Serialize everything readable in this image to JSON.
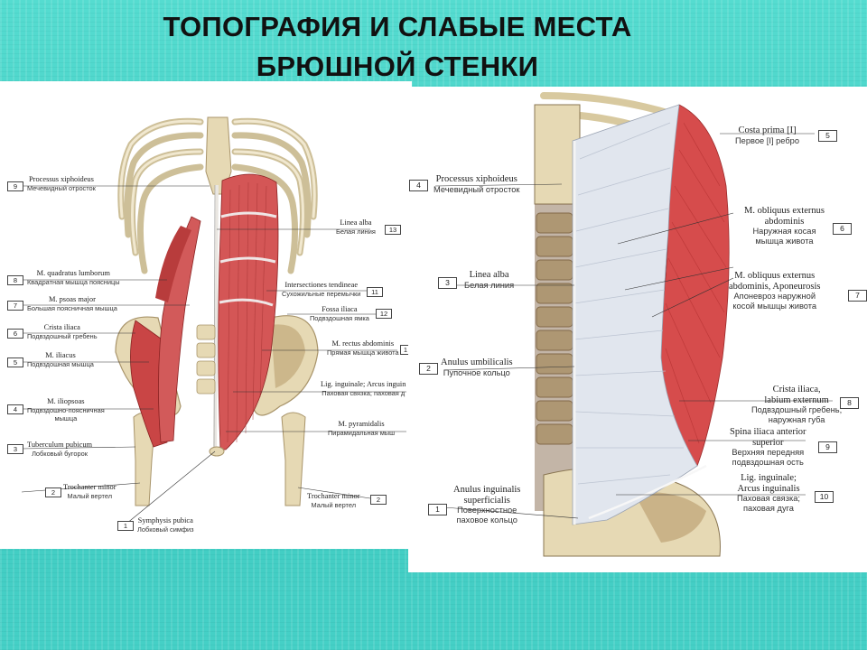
{
  "slide": {
    "title_line1": "ТОПОГРАФИЯ И СЛАБЫЕ МЕСТА",
    "title_line2": "БРЮШНОЙ СТЕНКИ"
  },
  "colors": {
    "background": "#45d0c6",
    "muscle": "#cf4f4f",
    "aponeurosis": "#dfe4ec",
    "bone": "#e6d9b4"
  },
  "left_figure": {
    "labels": [
      {
        "num": "9",
        "la": "Processus xiphoideus",
        "ru": "Мечевидный отросток"
      },
      {
        "num": "8",
        "la": "M. quadratus lumborum",
        "ru": "Квадратная мышца поясницы"
      },
      {
        "num": "7",
        "la": "M. psoas major",
        "ru": "Большая поясничная мышца"
      },
      {
        "num": "6",
        "la": "Crista iliaca",
        "ru": "Подвздошный гребень"
      },
      {
        "num": "5",
        "la": "M. iliacus",
        "ru": "Подвздошная мышца"
      },
      {
        "num": "4",
        "la": "M. iliopsoas",
        "ru": "Подвздошно-поясничная",
        "ru2": "мышца"
      },
      {
        "num": "3",
        "la": "Tuberculum pubicum",
        "ru": "Лобковый бугорок"
      },
      {
        "num": "2",
        "la": "Trochanter minor",
        "ru": "Малый вертел"
      },
      {
        "num": "1",
        "la": "Symphysis pubica",
        "ru": "Лобковый симфиз"
      },
      {
        "num": "13",
        "la": "Linea alba",
        "ru": "Белая линия"
      },
      {
        "num": "11",
        "la": "Intersectiones tendineae",
        "ru": "Сухожильные перемычки"
      },
      {
        "num": "12",
        "la": "Fossa iliaca",
        "ru": "Подвздошная ямка"
      },
      {
        "num": "1",
        "la": "M. rectus abdominis",
        "ru": "Прямая мышца живота"
      },
      {
        "num": "",
        "la": "Lig. inguinale; Arcus inguin",
        "ru": "Паховая связка; паховая д"
      },
      {
        "num": "",
        "la": "M. pyramidalis",
        "ru": "Пирамидальная мыш"
      },
      {
        "num": "2",
        "la": "Trochanter minor",
        "ru": "Малый вертел"
      }
    ]
  },
  "right_figure": {
    "labels": [
      {
        "num": "5",
        "la": "Costa prima [I]",
        "ru": "Первое [I] ребро"
      },
      {
        "num": "4",
        "la": "Processus xiphoideus",
        "ru": "Мечевидный отросток"
      },
      {
        "num": "6",
        "la": "M. obliquus externus",
        "la2": "abdominis",
        "ru": "Наружная косая",
        "ru2": "мышца живота"
      },
      {
        "num": "3",
        "la": "Linea alba",
        "ru": "Белая линия"
      },
      {
        "num": "7",
        "la": "M. obliquus externus",
        "la2": "abdominis, Aponeurosis",
        "ru": "Апоневроз наружной",
        "ru2": "косой мышцы живота"
      },
      {
        "num": "2",
        "la": "Anulus umbilicalis",
        "ru": "Пупочное кольцо"
      },
      {
        "num": "8",
        "la": "Crista iliaca,",
        "la2": "labium externum",
        "ru": "Подвздошный гребень,",
        "ru2": "наружная губа"
      },
      {
        "num": "9",
        "la": "Spina iliaca anterior",
        "la2": "superior",
        "ru": "Верхняя передняя",
        "ru2": "подвздошная ость"
      },
      {
        "num": "10",
        "la": "Lig. inguinale;",
        "la2": "Arcus inguinalis",
        "ru": "Паховая связка;",
        "ru2": "паховая дуга"
      },
      {
        "num": "1",
        "la": "Anulus inguinalis",
        "la2": "superficialis",
        "ru": "Поверхностное",
        "ru2": "паховое кольцо"
      }
    ]
  }
}
